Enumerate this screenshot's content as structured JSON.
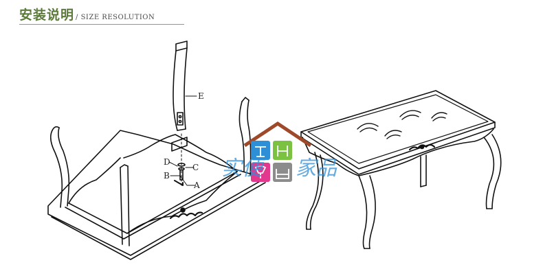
{
  "header": {
    "title_cn": "安装说明",
    "title_en": "/ SIZE RESOLUTION"
  },
  "diagram": {
    "part_labels": [
      "E",
      "D",
      "C",
      "B",
      "A"
    ]
  },
  "watermark": {
    "brand_left": "实便",
    "brand_right": "家品",
    "colors": {
      "roof": "#9e4a2a",
      "tile_blue": "#2f8fd6",
      "tile_green": "#7cc242",
      "tile_pink": "#e2398f",
      "tile_gray": "#8c8c8c"
    }
  }
}
